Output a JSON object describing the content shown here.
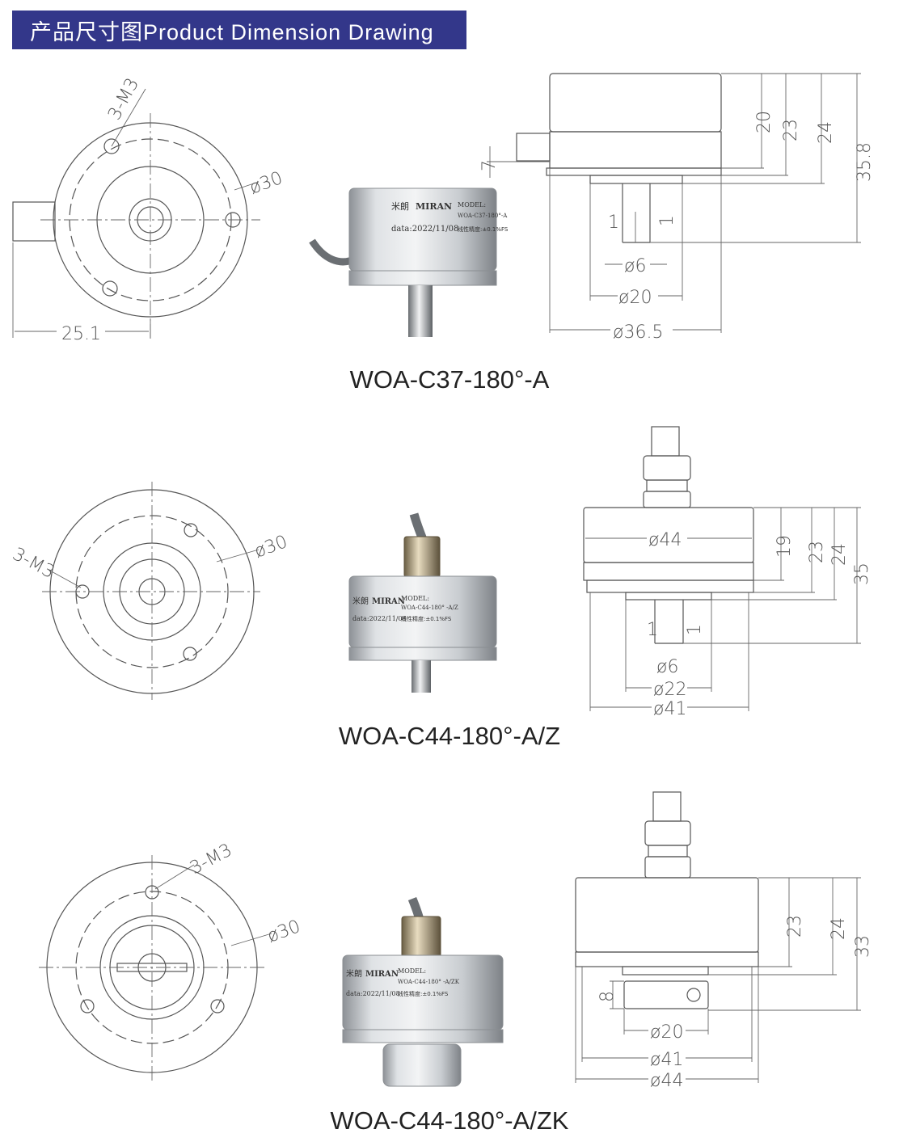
{
  "header": {
    "title": "产品尺寸图Product Dimension Drawing",
    "bg_color": "#33378a"
  },
  "products": [
    {
      "model": "WOA-C37-180°-A",
      "front_view": {
        "holes": "3-M3",
        "pcd": "ø30",
        "width": "25.1"
      },
      "photo": {
        "brand": "米朗",
        "logo": "MIRAN",
        "model_label": "MODEL:",
        "model_text": "WOA-C37-180°-A",
        "date": "data:2022/11/08",
        "accuracy": "线性精度:±0.1%FS"
      },
      "side_view": {
        "h1": "20",
        "h2": "23",
        "h3": "24",
        "h4": "35.8",
        "cable": "7",
        "slot_a": "1",
        "slot_b": "1",
        "shaft": "ø6",
        "boss": "ø20",
        "body": "ø36.5"
      }
    },
    {
      "model": "WOA-C44-180°-A/Z",
      "front_view": {
        "holes": "3-M3",
        "pcd": "ø30"
      },
      "photo": {
        "brand": "米朗",
        "logo": "MIRAN",
        "model_label": "MODEL:",
        "model_text": "WOA-C44-180° -A/Z",
        "date": "data:2022/11/08",
        "accuracy": "线性精度:±0.1%FS"
      },
      "side_view": {
        "top": "ø44",
        "h1": "19",
        "h2": "23",
        "h3": "24",
        "h4": "35",
        "slot_a": "1",
        "slot_b": "1",
        "shaft": "ø6",
        "boss": "ø22",
        "body": "ø41"
      }
    },
    {
      "model": "WOA-C44-180°-A/ZK",
      "front_view": {
        "holes": "3-M3",
        "pcd": "ø30"
      },
      "photo": {
        "brand": "米朗",
        "logo": "MIRAN",
        "model_label": "MODEL:",
        "model_text": "WOA-C44-180° -A/ZK",
        "date": "data:2022/11/08",
        "accuracy": "线性精度:±0.1%FS"
      },
      "side_view": {
        "h2": "23",
        "h3": "24",
        "h4": "33",
        "hub": "8",
        "boss": "ø20",
        "body": "ø41",
        "top": "ø44"
      }
    }
  ]
}
